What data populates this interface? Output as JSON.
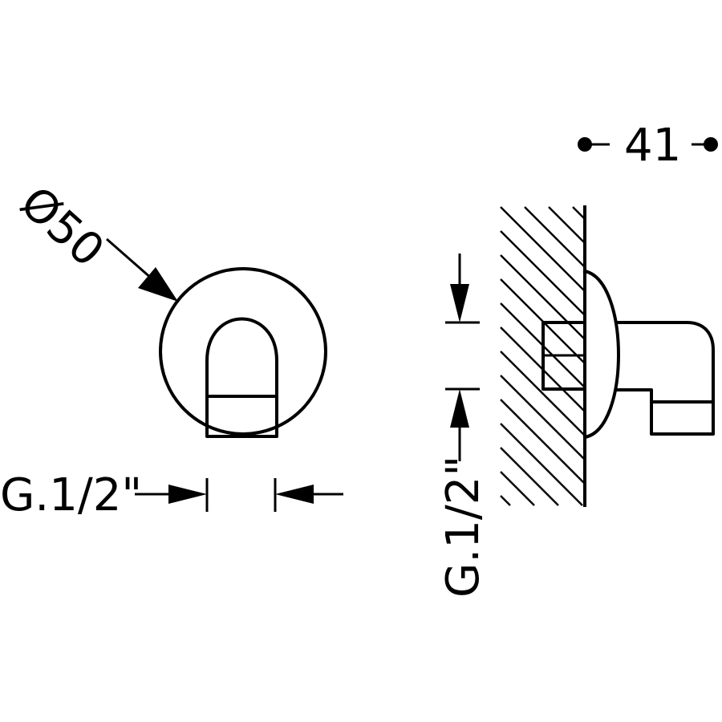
{
  "dimensions": {
    "front_diameter": "Ø50",
    "front_thread": "G.1/2\"",
    "side_thread": "G.1/2\"",
    "side_depth": "41"
  }
}
